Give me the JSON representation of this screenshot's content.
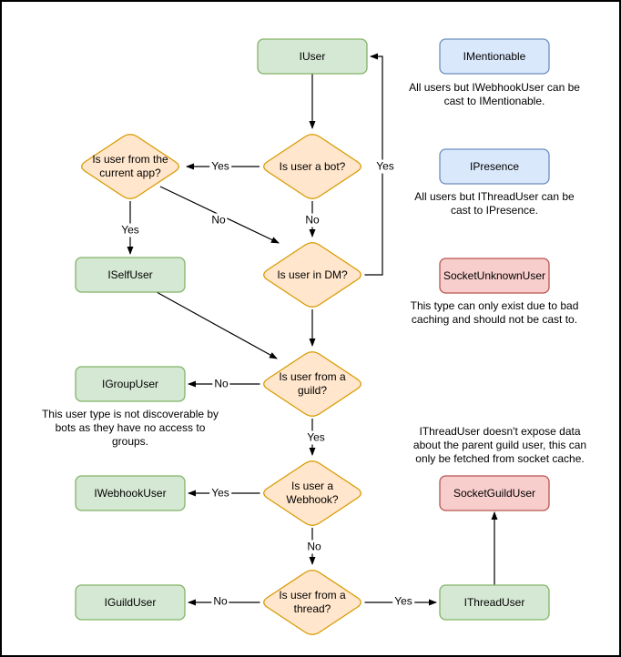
{
  "diagram": {
    "nodes": {
      "iuser": {
        "label": "IUser"
      },
      "imentionable": {
        "label": "IMentionable"
      },
      "ipresence": {
        "label": "IPresence"
      },
      "socket_unknown": {
        "label": "SocketUnknownUser"
      },
      "iselfuser": {
        "label": "ISelfUser"
      },
      "igroupuser": {
        "label": "IGroupUser"
      },
      "iwebhookuser": {
        "label": "IWebhookUser"
      },
      "iguilduser": {
        "label": "IGuildUser"
      },
      "ithreaduser": {
        "label": "IThreadUser"
      },
      "socket_guild": {
        "label": "SocketGuildUser"
      }
    },
    "decisions": {
      "is_bot": {
        "label": "Is user a bot?"
      },
      "is_current_app": {
        "label": "Is user from the\ncurrent app?"
      },
      "is_dm": {
        "label": "Is user in DM?"
      },
      "is_guild": {
        "label": "Is user from a\nguild?"
      },
      "is_webhook": {
        "label": "Is user a\nWebhook?"
      },
      "is_thread": {
        "label": "Is user from a\nthread?"
      }
    },
    "edge_labels": {
      "bot_yes": "Yes",
      "bot_no": "No",
      "app_yes": "Yes",
      "app_no": "No",
      "dm_yes": "Yes",
      "guild_no": "No",
      "guild_yes": "Yes",
      "webhook_yes": "Yes",
      "webhook_no": "No",
      "thread_no": "No",
      "thread_yes": "Yes"
    },
    "annotations": {
      "mentionable": "All users but IWebhookUser can be\ncast to IMentionable.",
      "presence": "All users but IThreadUser can be\ncast to IPresence.",
      "unknown": "This type can only exist due to bad\ncaching and should not be cast to.",
      "group": "This user type is not discoverable by\nbots as they have no access to\ngroups.",
      "thread": "IThreadUser doesn't expose data\nabout the parent guild user, this can\nonly be fetched from socket cache."
    },
    "colors": {
      "interface_fill": "#d5e8d4",
      "interface_stroke": "#82b366",
      "decision_fill": "#ffe6cc",
      "decision_stroke": "#d79b00",
      "info_fill": "#dae8fc",
      "info_stroke": "#6c8ebf",
      "socket_fill": "#f8cecc",
      "socket_stroke": "#b85450",
      "edge": "#000000"
    }
  }
}
